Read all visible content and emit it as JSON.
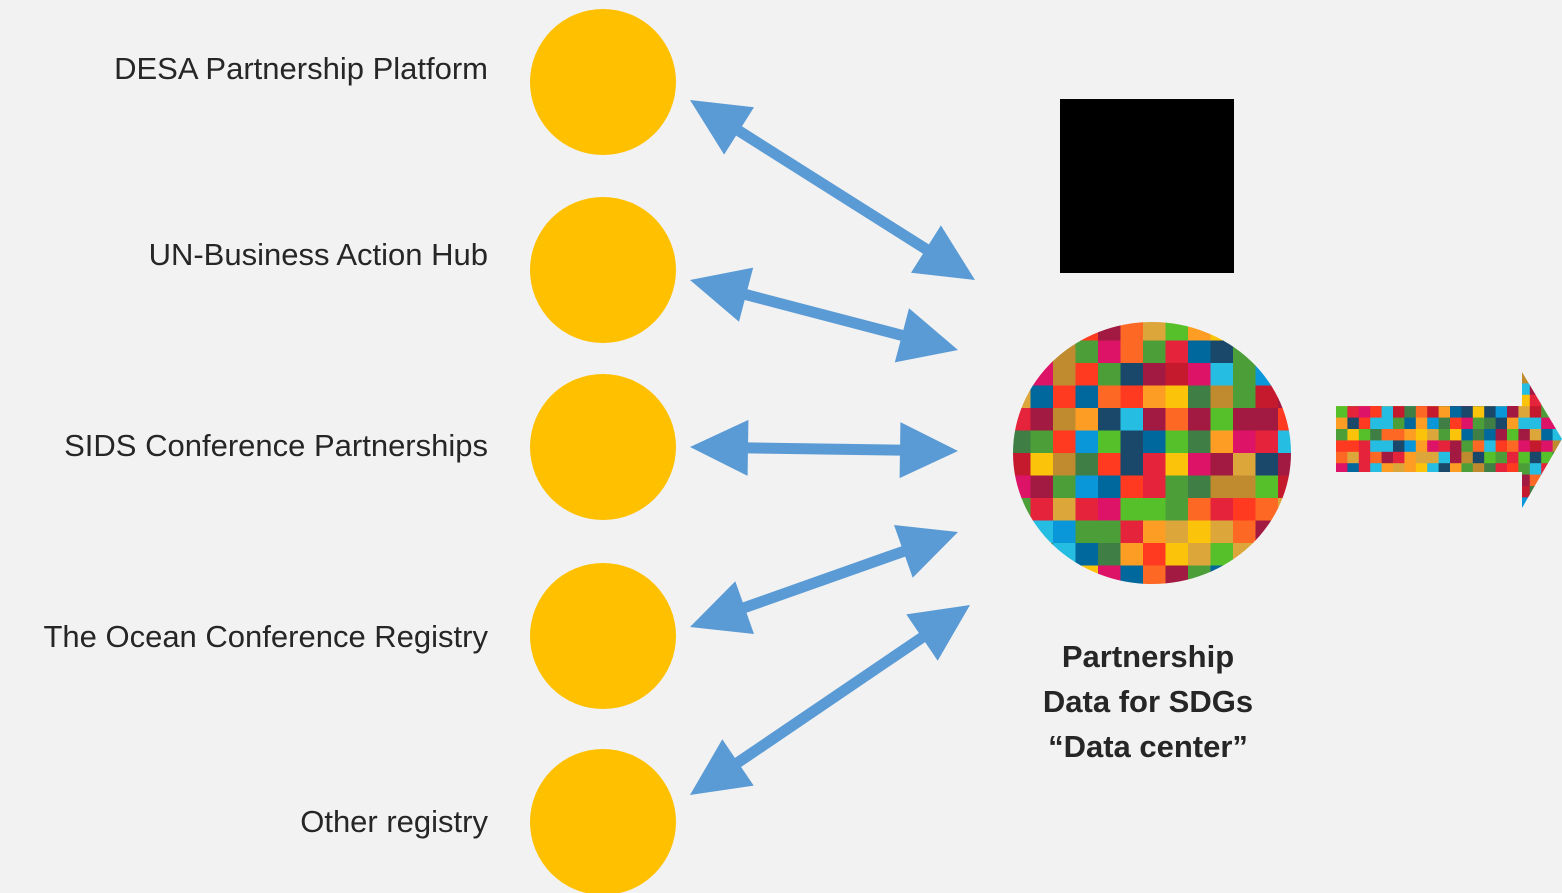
{
  "sources": [
    {
      "label": "DESA Partnership Platform"
    },
    {
      "label": "UN-Business Action Hub"
    },
    {
      "label": "SIDS Conference Partnerships"
    },
    {
      "label": "The Ocean Conference Registry"
    },
    {
      "label": "Other registry"
    }
  ],
  "hub": {
    "caption_lines": [
      "Partnership",
      "Data for SDGs",
      "“Data center”"
    ]
  },
  "colors": {
    "background": "#f2f2f2",
    "source_circle": "#ffc000",
    "arrow": "#5b9bd5",
    "black_box": "#000000",
    "text": "#262626",
    "sdg_palette": [
      "#e5243b",
      "#dda63a",
      "#4c9f38",
      "#c5192d",
      "#ff3a21",
      "#26bde2",
      "#fcc30b",
      "#a21942",
      "#fd6925",
      "#dd1367",
      "#fd9d24",
      "#bf8b2e",
      "#3f7e44",
      "#0a97d9",
      "#56c02b",
      "#00689d",
      "#19486a"
    ]
  },
  "connections": [
    {
      "from": "DESA Partnership Platform",
      "to": "hub",
      "direction": "bidirectional"
    },
    {
      "from": "UN-Business Action Hub",
      "to": "hub",
      "direction": "bidirectional"
    },
    {
      "from": "SIDS Conference Partnerships",
      "to": "hub",
      "direction": "bidirectional"
    },
    {
      "from": "The Ocean Conference Registry",
      "to": "hub",
      "direction": "bidirectional"
    },
    {
      "from": "Other registry",
      "to": "hub",
      "direction": "bidirectional"
    },
    {
      "from": "hub",
      "to": "outside",
      "direction": "forward"
    }
  ]
}
